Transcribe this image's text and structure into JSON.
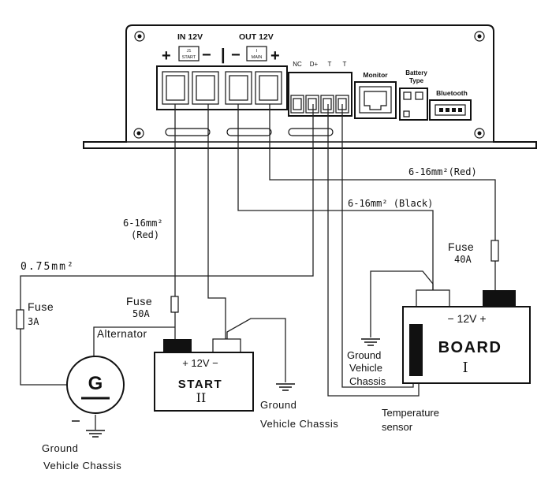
{
  "controller": {
    "in_label": "IN 12V",
    "out_label": "OUT 12V",
    "plus": "+",
    "minus": "−",
    "sep": "|",
    "j1_line1": "J1",
    "j1_line2": "START",
    "j2_line1": "I",
    "j2_line2": "MAIN",
    "terminals": [
      "NC",
      "D+",
      "T",
      "T"
    ],
    "monitor": "Monitor",
    "battery_type_line1": "Battery",
    "battery_type_line2": "Type",
    "bluetooth": "Bluetooth"
  },
  "labels": {
    "red_wire_right": "6-16mm²(Red)",
    "black_wire": "6-16mm² (Black)",
    "red_wire_left_line1": "6-16mm²",
    "red_wire_left_line2": "(Red)",
    "signal_wire": "0.75mm²",
    "fuse_40a_line1": "Fuse",
    "fuse_40a_line2": "40A",
    "fuse_50a_line1": "Fuse",
    "fuse_50a_line2": "50A",
    "fuse_3a_line1": "Fuse",
    "fuse_3a_line2": "3A",
    "alternator": "Alternator",
    "generator_symbol": "G",
    "ground_start_line1": "Ground",
    "ground_start_line2": "Vehicle Chassis",
    "ground_board_line1": "Ground",
    "ground_board_line2": "Vehicle",
    "ground_board_line3": "Chassis",
    "ground_alt_line1": "Ground",
    "ground_alt_line2": "Vehicle Chassis",
    "temp_sensor_line1": "Temperature",
    "temp_sensor_line2": "sensor"
  },
  "batteries": {
    "start": {
      "polarity": "+ 12V −",
      "name": "START",
      "numeral": "II"
    },
    "board": {
      "polarity": "− 12V +",
      "name": "BOARD",
      "numeral": "I"
    }
  }
}
